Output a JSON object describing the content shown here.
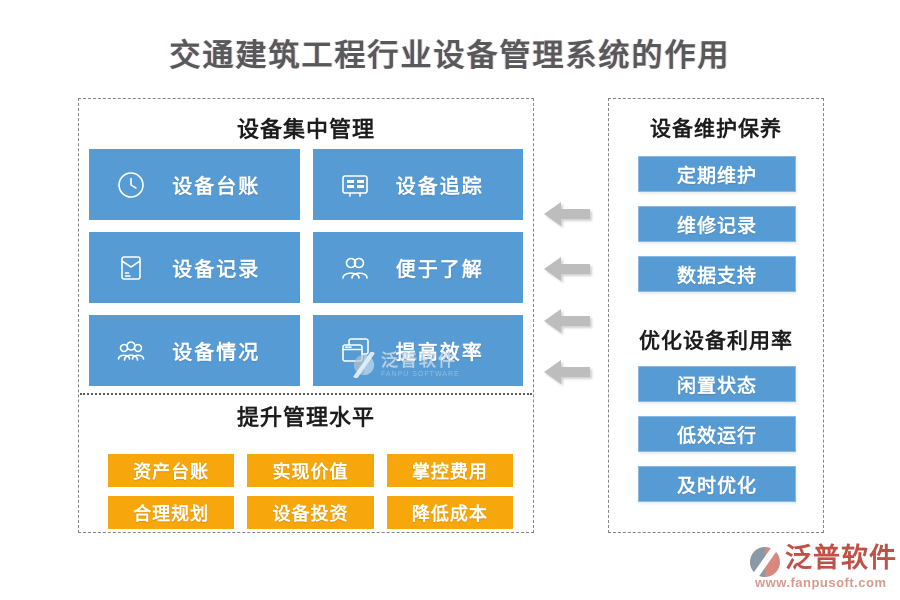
{
  "title": "交通建筑工程行业设备管理系统的作用",
  "colors": {
    "blue": "#569BD4",
    "orange": "#F7A60B",
    "title-gray": "#58595B",
    "header-black": "#1C1C1C",
    "arrow-gray": "#BDBDBD",
    "brand-red": "#BF5148",
    "brand-red-light": "#D8998E"
  },
  "left_panel": {
    "management": {
      "header": "设备集中管理",
      "buttons": [
        {
          "label": "设备台账",
          "icon": "clock-icon"
        },
        {
          "label": "设备追踪",
          "icon": "tracking-panel-icon"
        },
        {
          "label": "设备记录",
          "icon": "record-envelope-icon"
        },
        {
          "label": "便于了解",
          "icon": "two-people-icon"
        },
        {
          "label": "设备情况",
          "icon": "people-group-icon"
        },
        {
          "label": "提高效率",
          "icon": "stacked-windows-icon"
        }
      ]
    },
    "improvement": {
      "header": "提升管理水平",
      "buttons": [
        {
          "label": "资产台账"
        },
        {
          "label": "实现价值"
        },
        {
          "label": "掌控费用"
        },
        {
          "label": "合理规划"
        },
        {
          "label": "设备投资"
        },
        {
          "label": "降低成本"
        }
      ]
    }
  },
  "right_panel": {
    "maintenance": {
      "header": "设备维护保养",
      "buttons": [
        {
          "label": "定期维护"
        },
        {
          "label": "维修记录"
        },
        {
          "label": "数据支持"
        }
      ]
    },
    "utilization": {
      "header": "优化设备利用率",
      "buttons": [
        {
          "label": "闲置状态"
        },
        {
          "label": "低效运行"
        },
        {
          "label": "及时优化"
        }
      ]
    }
  },
  "arrows": {
    "count": 4,
    "direction": "left"
  },
  "watermark": {
    "brand": "泛普软件",
    "subtext": "FANPU SOFTWARE"
  },
  "footer_logo": {
    "brand": "泛普软件",
    "url": "www.fanpusoft.com"
  }
}
